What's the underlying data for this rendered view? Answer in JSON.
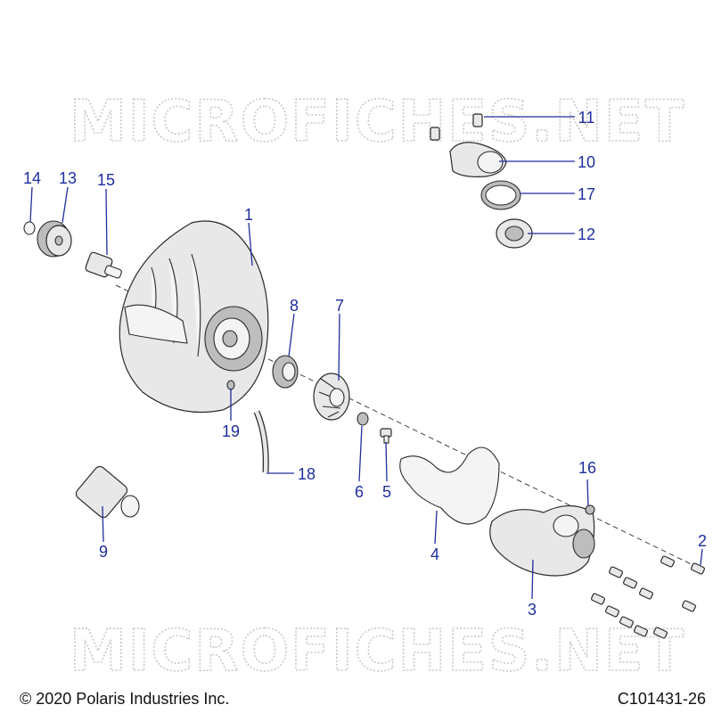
{
  "watermark": {
    "text": "MICROFICHES.NET"
  },
  "callouts": [
    {
      "id": "c1",
      "label": "1"
    },
    {
      "id": "c2",
      "label": "2"
    },
    {
      "id": "c3",
      "label": "3"
    },
    {
      "id": "c4",
      "label": "4"
    },
    {
      "id": "c5",
      "label": "5"
    },
    {
      "id": "c6",
      "label": "6"
    },
    {
      "id": "c7",
      "label": "7"
    },
    {
      "id": "c8",
      "label": "8"
    },
    {
      "id": "c9",
      "label": "9"
    },
    {
      "id": "c10",
      "label": "10"
    },
    {
      "id": "c11",
      "label": "11"
    },
    {
      "id": "c12",
      "label": "12"
    },
    {
      "id": "c13",
      "label": "13"
    },
    {
      "id": "c14",
      "label": "14"
    },
    {
      "id": "c15",
      "label": "15"
    },
    {
      "id": "c16",
      "label": "16"
    },
    {
      "id": "c17",
      "label": "17"
    },
    {
      "id": "c18",
      "label": "18"
    },
    {
      "id": "c19",
      "label": "19"
    }
  ],
  "footer": {
    "copyright": "© 2020 Polaris Industries Inc.",
    "diagram_code": "C101431-26"
  },
  "colors": {
    "callout": "#1f2f9e",
    "watermark_outline": "#c9c9c9"
  }
}
